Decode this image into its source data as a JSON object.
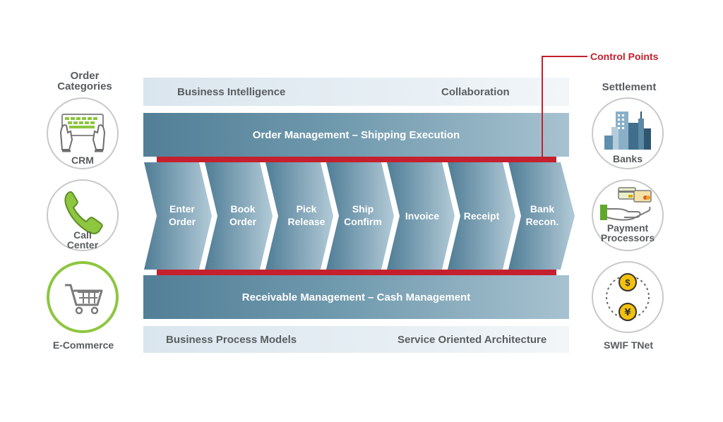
{
  "left": {
    "heading": "Order\nCategories",
    "items": [
      {
        "label": "CRM",
        "icon": "keyboard-hands-icon"
      },
      {
        "label": "Call\nCenter",
        "icon": "phone-icon"
      },
      {
        "label": "E-Commerce",
        "icon": "shopping-cart-icon"
      }
    ]
  },
  "right": {
    "heading": "Settlement",
    "items": [
      {
        "label": "Banks",
        "icon": "city-buildings-icon"
      },
      {
        "label": "Payment\nProcessors",
        "icon": "hand-card-icon"
      },
      {
        "label": "SWIF TNet",
        "icon": "currency-exchange-icon"
      }
    ]
  },
  "top_band": {
    "left": "Business Intelligence",
    "right": "Collaboration"
  },
  "order_band": "Order Management – Shipping Execution",
  "receivable_band": "Receivable Management – Cash Management",
  "bottom_band": {
    "left": "Business Process Models",
    "right": "Service Oriented Architecture"
  },
  "control_points": "Control Points",
  "steps": [
    "Enter\nOrder",
    "Book\nOrder",
    "Pick\nRelease",
    "Ship\nConfirm",
    "Invoice",
    "Receipt",
    "Bank\nRecon."
  ],
  "colors": {
    "accent_red": "#c5202e",
    "band_dark": "#527f97",
    "band_light": "#dae6ee",
    "green": "#8dc63f",
    "label_gray": "#585c5e"
  }
}
